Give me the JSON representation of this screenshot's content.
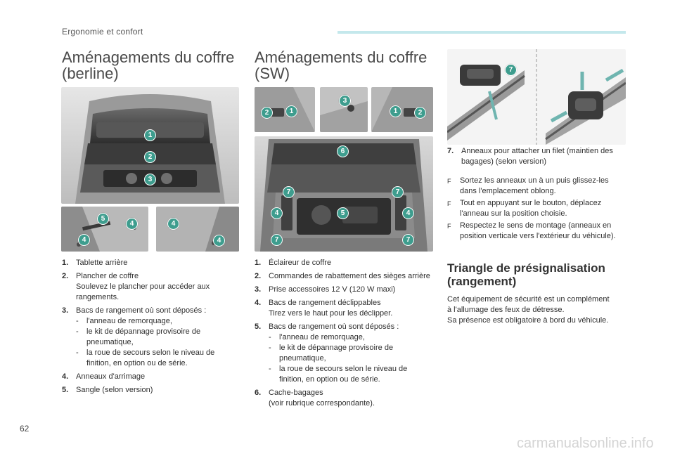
{
  "header": {
    "section": "Ergonomie et confort"
  },
  "page_number": "62",
  "watermark": "carmanualsonline.info",
  "berline": {
    "title_line1": "Aménagements du coffre",
    "title_line2": "(berline)",
    "callouts": [
      "1",
      "2",
      "3",
      "5",
      "4",
      "4",
      "4",
      "4"
    ],
    "items": [
      {
        "num": "1.",
        "text": "Tablette arrière"
      },
      {
        "num": "2.",
        "text": "Plancher de coffre",
        "detail": "Soulevez le plancher pour accéder aux rangements."
      },
      {
        "num": "3.",
        "text": "Bacs de rangement où sont déposés :",
        "subs": [
          "l'anneau de remorquage,",
          "le kit de dépannage provisoire de pneumatique,",
          "la roue de secours selon le niveau de finition, en option ou de série."
        ]
      },
      {
        "num": "4.",
        "text": "Anneaux d'arrimage"
      },
      {
        "num": "5.",
        "text": "Sangle (selon version)"
      }
    ]
  },
  "sw": {
    "title_line1": "Aménagements du coffre",
    "title_line2": "(SW)",
    "callouts": [
      "2",
      "1",
      "3",
      "1",
      "2",
      "6",
      "7",
      "7",
      "4",
      "4",
      "5",
      "7",
      "7"
    ],
    "items": [
      {
        "num": "1.",
        "text": "Éclaireur de coffre"
      },
      {
        "num": "2.",
        "text": "Commandes de rabattement des sièges arrière"
      },
      {
        "num": "3.",
        "text": "Prise accessoires 12 V (120 W maxi)"
      },
      {
        "num": "4.",
        "text": "Bacs de rangement déclippables",
        "detail": "Tirez vers le haut pour les déclipper."
      },
      {
        "num": "5.",
        "text": "Bacs de rangement où sont déposés :",
        "subs": [
          "l'anneau de remorquage,",
          "le kit de dépannage provisoire de pneumatique,",
          "la roue de secours selon le niveau de finition, en option ou de série."
        ]
      },
      {
        "num": "6.",
        "text": "Cache-bagages",
        "detail": "(voir rubrique correspondante)."
      }
    ]
  },
  "rings": {
    "callout": "7",
    "item": {
      "num": "7.",
      "text": "Anneaux pour attacher un filet (maintien des bagages) (selon version)"
    },
    "bullet_mark": "F",
    "bullets": [
      "Sortez les anneaux un à un puis glissez-les dans l'emplacement oblong.",
      "Tout en appuyant sur le bouton, déplacez l'anneau sur la position choisie.",
      "Respectez le sens de montage (anneaux en position verticale vers l'extérieur du véhicule)."
    ]
  },
  "triangle": {
    "title_line1": "Triangle de présignalisation",
    "title_line2": "(rangement)",
    "line1": "Cet équipement de sécurité est un complément",
    "line2": "à l'allumage des feux de détresse.",
    "line3": "Sa présence est obligatoire à bord du véhicule."
  },
  "colors": {
    "accent_bar": "#c4e8ec",
    "callout": "#3e9d8e"
  }
}
